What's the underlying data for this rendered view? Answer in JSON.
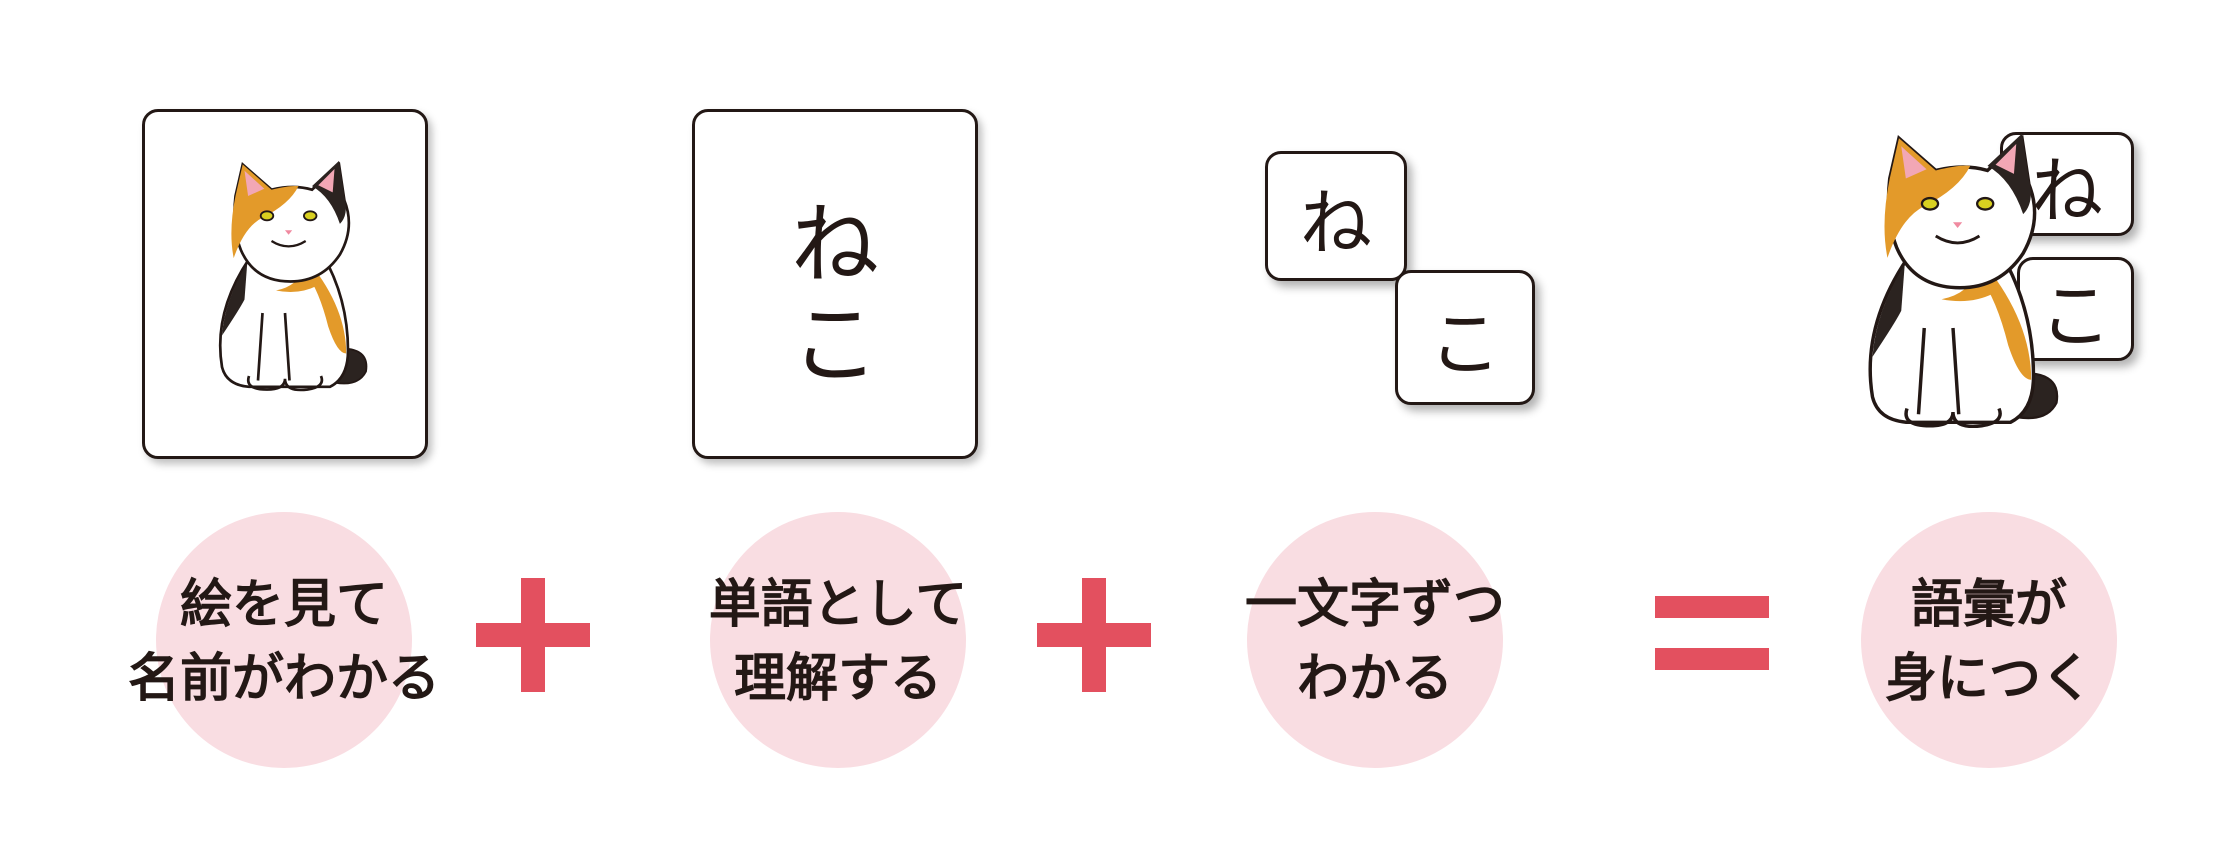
{
  "colors": {
    "accent": "#e3505f",
    "circle": "#f9dde2",
    "ink": "#231815"
  },
  "steps": [
    {
      "line1": "絵を見て",
      "line2": "名前がわかる"
    },
    {
      "line1": "単語として",
      "line2": "理解する"
    },
    {
      "line1": "一文字ずつ",
      "line2": "わかる"
    },
    {
      "line1": "語彙が",
      "line2": "身につく"
    }
  ],
  "word_card": {
    "char1": "ね",
    "char2": "こ"
  },
  "tiles": {
    "char1": "ね",
    "char2": "こ"
  },
  "result_tiles": {
    "char1": "ね",
    "char2": "こ"
  },
  "operators": [
    "+",
    "+",
    "="
  ]
}
